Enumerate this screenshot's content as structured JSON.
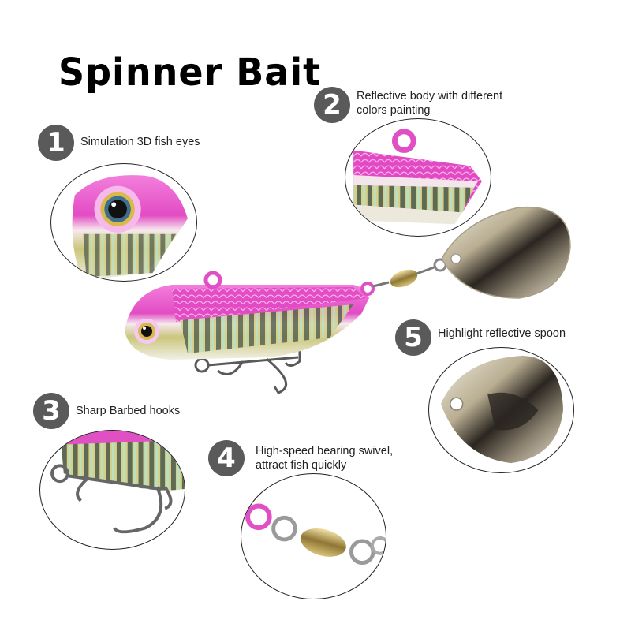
{
  "title": "Spinner Bait",
  "features": [
    {
      "number": "1",
      "text": "Simulation 3D fish eyes",
      "icon": "fish-eye-closeup"
    },
    {
      "number": "2",
      "text_line1": "Reflective body with different",
      "text_line2": "colors painting",
      "icon": "painted-body-closeup"
    },
    {
      "number": "3",
      "text": "Sharp Barbed hooks",
      "icon": "treble-hook-closeup"
    },
    {
      "number": "4",
      "text_line1": "High-speed bearing swivel,",
      "text_line2": "attract fish quickly",
      "icon": "bearing-swivel-closeup"
    },
    {
      "number": "5",
      "text": "Highlight reflective spoon",
      "icon": "spoon-blade-closeup"
    }
  ],
  "colors": {
    "badge": "#5a5a5a",
    "lure_pink": "#e64fc7",
    "lure_gold": "#d8cf86",
    "blade_silver": "#cfc8b8"
  }
}
